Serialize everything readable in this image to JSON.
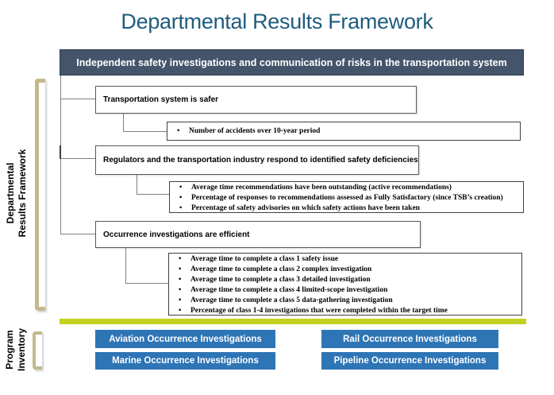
{
  "title": "Departmental Results Framework",
  "header": {
    "label": "Independent safety investigations and communication of risks in the transportation system"
  },
  "side_labels": {
    "drf": {
      "line1": "Departmental",
      "line2": "Results Framework"
    },
    "program": {
      "line1": "Program",
      "line2": "Inventory"
    }
  },
  "outcomes": [
    {
      "label": "Transportation system is safer",
      "indicators": [
        "Number of accidents over 10-year period"
      ]
    },
    {
      "label": "Regulators and the transportation industry respond to identified safety deficiencies",
      "indicators": [
        "Average time recommendations have been outstanding (active recommendations)",
        "Percentage of responses to recommendations assessed as Fully Satisfactory (since TSB’s creation)",
        "Percentage of safety advisories on which safety actions have been taken"
      ]
    },
    {
      "label": "Occurrence investigations are efficient",
      "indicators": [
        "Average time to complete a class 1 safety issue",
        "Average time to complete a class 2 complex investigation",
        "Average time to complete a class 3 detailed investigation",
        "Average time to complete a class 4 limited-scope investigation",
        "Average time to complete a class 5 data-gathering investigation",
        "Percentage of class 1-4 investigations that were completed within the target time"
      ]
    }
  ],
  "programs": [
    "Aviation Occurrence Investigations",
    "Rail Occurrence Investigations",
    "Marine Occurrence Investigations",
    "Pipeline Occurrence Investigations"
  ],
  "colors": {
    "header_bg": "#44546A",
    "accent_blue": "#2E75B6",
    "divider": "#C3D21F",
    "bracket": "#C3BA8C",
    "title_color": "#1E5C7E"
  }
}
